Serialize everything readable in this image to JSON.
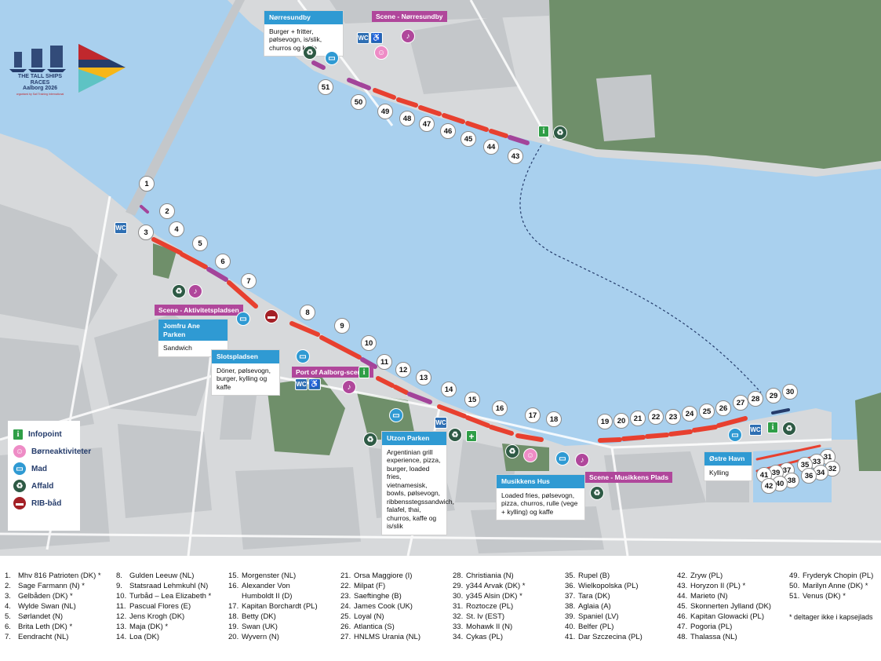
{
  "legend": {
    "items": [
      {
        "label": "Infopoint",
        "icon": "info-icon",
        "symbol": "i"
      },
      {
        "label": "Børneaktiviteter",
        "icon": "kids-icon",
        "symbol": "☺"
      },
      {
        "label": "Mad",
        "icon": "food-icon",
        "symbol": "▭"
      },
      {
        "label": "Affald",
        "icon": "waste-icon",
        "symbol": "♻"
      },
      {
        "label": "RIB-båd",
        "icon": "rib-boat-icon",
        "symbol": "▬"
      }
    ]
  },
  "logo": {
    "line1": "THE TALL SHIPS RACES",
    "line2": "Aalborg 2026",
    "line3": "organised by Sail Training International"
  },
  "areas": {
    "norresundby": {
      "title": "Nørresundby",
      "desc": "Burger + fritter, pølsevogn, is/slik, churros og kaffe"
    },
    "jomfru": {
      "title": "Jomfru Ane Parken",
      "desc": "Sandwich"
    },
    "slotspladsen": {
      "title": "Slotspladsen",
      "desc": "Döner, pølsevogn, burger, kylling og kaffe"
    },
    "utzon": {
      "title": "Utzon Parken",
      "desc": "Argentinian grill experience, pizza, burger, loaded fries, vietnamesisk, bowls, pølsevogn, ribbensstegssandwich, falafel, thai, churros, kaffe og is/slik"
    },
    "musikkens_hus": {
      "title": "Musikkens Hus",
      "desc": "Loaded fries, pølsevogn, pizza, churros, rulle (vege + kylling) og kaffe"
    },
    "ostre_havn": {
      "title": "Østre Havn",
      "desc": "Kylling"
    }
  },
  "stages": {
    "norresundby": "Scene - Nørresundby",
    "aktivitet": "Scene - Aktivitetspladsen",
    "port": "Port of Aalborg-scenen",
    "musikkens": "Scene - Musikkens Plads"
  },
  "berths": [
    "1",
    "2",
    "3",
    "4",
    "5",
    "6",
    "7",
    "8",
    "9",
    "10",
    "11",
    "12",
    "13",
    "14",
    "15",
    "16",
    "17",
    "18",
    "19",
    "20",
    "21",
    "22",
    "23",
    "24",
    "25",
    "26",
    "27",
    "28",
    "29",
    "30",
    "31",
    "32",
    "33",
    "34",
    "35",
    "36",
    "37",
    "38",
    "39",
    "40",
    "41",
    "42",
    "43",
    "44",
    "45",
    "46",
    "47",
    "48",
    "49",
    "50",
    "51"
  ],
  "ships": {
    "col1": [
      {
        "n": "1.",
        "name": "Mhv 816 Patrioten (DK) *"
      },
      {
        "n": "2.",
        "name": "Sage Farmann (N) *"
      },
      {
        "n": "3.",
        "name": "Gelbåden (DK) *"
      },
      {
        "n": "4.",
        "name": "Wylde Swan (NL)"
      },
      {
        "n": "5.",
        "name": "Sørlandet (N)"
      },
      {
        "n": "6.",
        "name": "Brita Leth (DK) *"
      },
      {
        "n": "7.",
        "name": "Eendracht (NL)"
      }
    ],
    "col2": [
      {
        "n": "8.",
        "name": "Gulden Leeuw (NL)"
      },
      {
        "n": "9.",
        "name": "Statsraad Lehmkuhl (N)"
      },
      {
        "n": "10.",
        "name": "Turbåd – Lea Elizabeth *"
      },
      {
        "n": "11.",
        "name": "Pascual Flores (E)"
      },
      {
        "n": "12.",
        "name": "Jens Krogh (DK)"
      },
      {
        "n": "13.",
        "name": "Maja (DK) *"
      },
      {
        "n": "14.",
        "name": "Loa (DK)"
      }
    ],
    "col3": [
      {
        "n": "15.",
        "name": "Morgenster (NL)"
      },
      {
        "n": "16.",
        "name": "Alexander Von"
      },
      {
        "n": "",
        "name": "Humboldt II (D)"
      },
      {
        "n": "17.",
        "name": "Kapitan Borchardt (PL)"
      },
      {
        "n": "18.",
        "name": "Betty (DK)"
      },
      {
        "n": "19.",
        "name": "Swan (UK)"
      },
      {
        "n": "20.",
        "name": "Wyvern (N)"
      }
    ],
    "col4": [
      {
        "n": "21.",
        "name": "Orsa Maggiore (I)"
      },
      {
        "n": "22.",
        "name": "Milpat (F)"
      },
      {
        "n": "23.",
        "name": "Saeftinghe (B)"
      },
      {
        "n": "24.",
        "name": "James Cook (UK)"
      },
      {
        "n": "25.",
        "name": "Loyal (N)"
      },
      {
        "n": "26.",
        "name": "Atlantica (S)"
      },
      {
        "n": "27.",
        "name": "HNLMS Urania (NL)"
      }
    ],
    "col5": [
      {
        "n": "28.",
        "name": "Christiania (N)"
      },
      {
        "n": "29.",
        "name": "y344 Arvak (DK) *"
      },
      {
        "n": "30.",
        "name": "y345 Alsin (DK) *"
      },
      {
        "n": "31.",
        "name": "Roztocze (PL)"
      },
      {
        "n": "32.",
        "name": "St. Iv (EST)"
      },
      {
        "n": "33.",
        "name": "Mohawk II (N)"
      },
      {
        "n": "34.",
        "name": "Cykas (PL)"
      }
    ],
    "col6": [
      {
        "n": "35.",
        "name": "Rupel (B)"
      },
      {
        "n": "36.",
        "name": "Wielkopolska (PL)"
      },
      {
        "n": "37.",
        "name": "Tara (DK)"
      },
      {
        "n": "38.",
        "name": "Aglaia (A)"
      },
      {
        "n": "39.",
        "name": "Spaniel (LV)"
      },
      {
        "n": "40.",
        "name": "Belfer (PL)"
      },
      {
        "n": "41.",
        "name": "Dar Szczecina (PL)"
      }
    ],
    "col7": [
      {
        "n": "42.",
        "name": "Zryw (PL)"
      },
      {
        "n": "43.",
        "name": "Horyzon II (PL) *"
      },
      {
        "n": "44.",
        "name": "Marieto (N)"
      },
      {
        "n": "45.",
        "name": "Skonnerten Jylland (DK)"
      },
      {
        "n": "46.",
        "name": "Kapitan Glowacki (PL)"
      },
      {
        "n": "47.",
        "name": "Pogoria (PL)"
      },
      {
        "n": "48.",
        "name": "Thalassa (NL)"
      }
    ],
    "col8": [
      {
        "n": "49.",
        "name": "Fryderyk Chopin (PL)"
      },
      {
        "n": "50.",
        "name": "Marilyn Anne (DK) *"
      },
      {
        "n": "51.",
        "name": "Venus (DK) *"
      }
    ],
    "note": "* deltager ikke i kapsejlads"
  },
  "colors": {
    "water": "#a9d0ee",
    "land": "#d7d9db",
    "blocks": "#c4c7ca",
    "park": "#6f8f6a",
    "berth_red": "#e8402f",
    "berth_purple": "#a3449a",
    "callout_blue": "#2f9ad3",
    "stage_pink": "#b0479b"
  }
}
